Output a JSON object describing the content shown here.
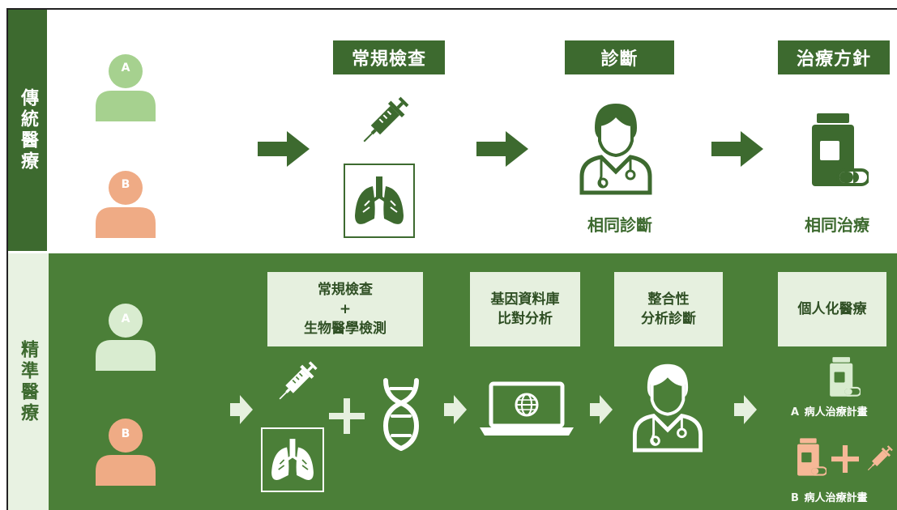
{
  "traditional": {
    "label": "傳統醫療",
    "patients": [
      {
        "letter": "A",
        "color": "#a6d18f"
      },
      {
        "letter": "B",
        "color": "#efab85"
      }
    ],
    "steps": [
      "常規檢查",
      "診斷",
      "治療方針"
    ],
    "diagnosis_caption": "相同診斷",
    "treatment_caption": "相同治療"
  },
  "precision": {
    "label": "精準醫療",
    "patients": [
      {
        "letter": "A",
        "color": "#d9ecd0"
      },
      {
        "letter": "B",
        "color": "#efab85"
      }
    ],
    "steps": [
      {
        "lines": [
          "常規檢查",
          "+",
          "生物醫學檢測"
        ]
      },
      {
        "lines": [
          "基因資料庫",
          "比對分析"
        ]
      },
      {
        "lines": [
          "整合性",
          "分析診斷"
        ]
      },
      {
        "lines": [
          "個人化醫療"
        ]
      }
    ],
    "plan_a": {
      "letter": "A",
      "text": "病人治療計畫"
    },
    "plan_b": {
      "letter": "B",
      "text": "病人治療計畫"
    }
  },
  "colors": {
    "dark_green": "#3d6a2f",
    "mid_green": "#4b7f38",
    "light_green": "#e6f0df",
    "orange": "#efab85",
    "light_orange": "#f6b897"
  },
  "icons": [
    "person-icon",
    "arrow-right-icon",
    "syringe-icon",
    "lungs-icon",
    "doctor-icon",
    "medicine-bottle-icon",
    "dna-icon",
    "laptop-globe-icon",
    "plus-icon"
  ]
}
